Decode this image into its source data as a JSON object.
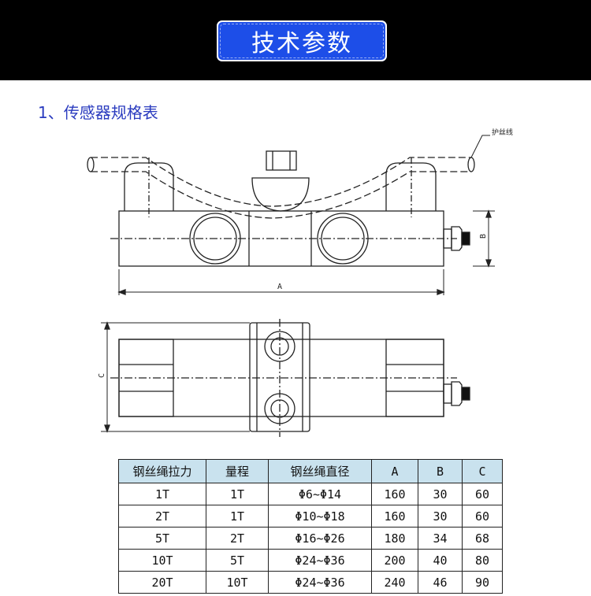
{
  "header": {
    "title": "技术参数"
  },
  "section": {
    "title": "1、传感器规格表"
  },
  "drawing": {
    "wire_label": "护丝线",
    "dim_A": "A",
    "dim_B": "B",
    "dim_C": "C"
  },
  "table": {
    "headers": [
      "钢丝绳拉力",
      "量程",
      "钢丝绳直径",
      "A",
      "B",
      "C"
    ],
    "rows": [
      [
        "1T",
        "1T",
        "Φ6~Φ14",
        "160",
        "30",
        "60"
      ],
      [
        "2T",
        "1T",
        "Φ10~Φ18",
        "160",
        "30",
        "60"
      ],
      [
        "5T",
        "2T",
        "Φ16~Φ26",
        "180",
        "34",
        "68"
      ],
      [
        "10T",
        "5T",
        "Φ24~Φ36",
        "200",
        "40",
        "80"
      ],
      [
        "20T",
        "10T",
        "Φ24~Φ36",
        "240",
        "46",
        "90"
      ]
    ]
  },
  "colors": {
    "header_bg": "#000000",
    "badge": "#1d4ee8",
    "section_title": "#2a3bbf",
    "table_header": "#c9e2ee"
  }
}
